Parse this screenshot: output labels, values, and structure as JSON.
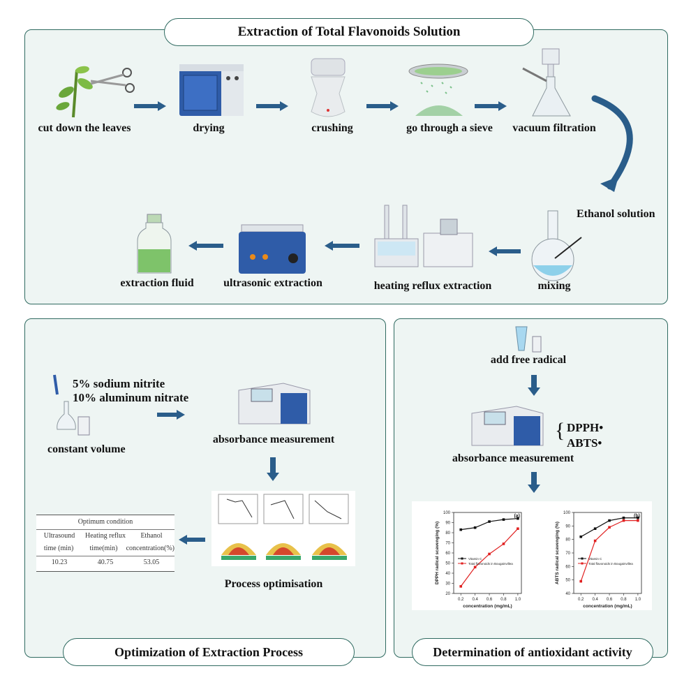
{
  "colors": {
    "panel_bg": "#eef5f3",
    "border": "#2f6a60",
    "arrow": "#2a5d8a",
    "vitc": "#111111",
    "flav": "#e02020"
  },
  "top_panel": {
    "title": "Extraction of Total Flavonoids Solution",
    "steps": [
      "cut down the leaves",
      "drying",
      "crushing",
      "go through a sieve",
      "vacuum filtration"
    ],
    "steps_row2": [
      "mixing",
      "heating reflux extraction",
      "ultrasonic extraction",
      "extraction fluid"
    ],
    "ethanol_label": "Ethanol solution"
  },
  "left_panel": {
    "title": "Optimization of Extraction Process",
    "reagent_1": "5% sodium nitrite",
    "reagent_2": "10% aluminum nitrate",
    "constant_volume": "constant volume",
    "absorbance": "absorbance measurement",
    "process": "Process optimisation",
    "table": {
      "caption": "Optimum condition",
      "headers_line1": [
        "Ultrasound",
        "Heating reflux",
        "Ethanol"
      ],
      "headers_line2": [
        "time (min)",
        "time(min)",
        "concentration(%)"
      ],
      "values": [
        "10.23",
        "40.75",
        "53.05"
      ]
    }
  },
  "right_panel": {
    "title": "Determination of antioxidant activity",
    "add_radical": "add free radical",
    "radical_1": "DPPH•",
    "radical_2": "ABTS•",
    "absorbance": "absorbance measurement"
  },
  "chart_data": [
    {
      "type": "line",
      "panel_label": "(a)",
      "xlabel": "concentration (mg/mL)",
      "ylabel": "DPPH radical scavenging (%)",
      "x": [
        0.2,
        0.4,
        0.6,
        0.8,
        1.0
      ],
      "xlim": [
        0.1,
        1.05
      ],
      "ylim": [
        20,
        100
      ],
      "xticks": [
        "0.2",
        "0.4",
        "0.6",
        "0.8",
        "1.0"
      ],
      "yticks": [
        "20",
        "30",
        "40",
        "50",
        "60",
        "70",
        "80",
        "90",
        "100"
      ],
      "series": [
        {
          "name": "Vitamin C",
          "values": [
            83,
            85,
            91,
            93,
            94
          ]
        },
        {
          "name": "Total flavonoids in Bougainvillea",
          "values": [
            27,
            46,
            59,
            69,
            84
          ]
        }
      ]
    },
    {
      "type": "line",
      "panel_label": "(b)",
      "xlabel": "concentration (mg/mL)",
      "ylabel": "ABTS radical scavenging (%)",
      "x": [
        0.2,
        0.4,
        0.6,
        0.8,
        1.0
      ],
      "xlim": [
        0.1,
        1.05
      ],
      "ylim": [
        40,
        100
      ],
      "xticks": [
        "0.2",
        "0.4",
        "0.6",
        "0.8",
        "1.0"
      ],
      "yticks": [
        "40",
        "50",
        "60",
        "70",
        "80",
        "90",
        "100"
      ],
      "series": [
        {
          "name": "Vitamin C",
          "values": [
            82,
            88,
            94,
            96,
            96
          ]
        },
        {
          "name": "Total flavonoids in Bougainvillea",
          "values": [
            49,
            79,
            89,
            94,
            94
          ]
        }
      ]
    }
  ]
}
